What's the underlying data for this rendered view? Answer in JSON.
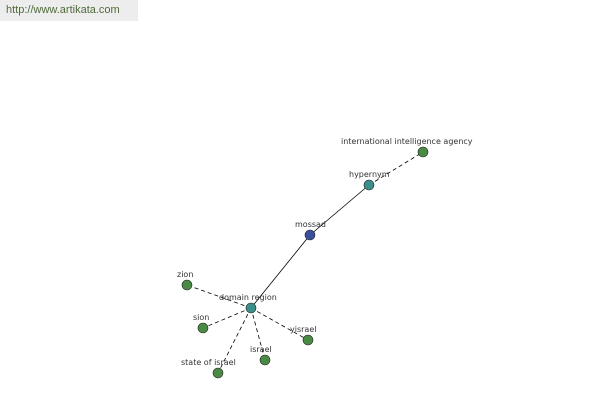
{
  "banner": {
    "url": "http://www.artikata.com"
  },
  "colors": {
    "center": "#3b4f9e",
    "relation": "#3a8f8a",
    "leaf": "#4a8b43"
  },
  "nodes": [
    {
      "id": "mossad",
      "label": "mossad",
      "kind": "center"
    },
    {
      "id": "hypernym",
      "label": "hypernym",
      "kind": "relation"
    },
    {
      "id": "intl",
      "label": "international intelligence agency",
      "kind": "leaf"
    },
    {
      "id": "domain",
      "label": "domain region",
      "kind": "relation"
    },
    {
      "id": "zion",
      "label": "zion",
      "kind": "leaf"
    },
    {
      "id": "sion",
      "label": "sion",
      "kind": "leaf"
    },
    {
      "id": "stateofisrael",
      "label": "state of israel",
      "kind": "leaf"
    },
    {
      "id": "israel",
      "label": "israel",
      "kind": "leaf"
    },
    {
      "id": "yisrael",
      "label": "yisrael",
      "kind": "leaf"
    }
  ],
  "edges": [
    {
      "from": "mossad",
      "to": "hypernym",
      "style": "solid"
    },
    {
      "from": "hypernym",
      "to": "intl",
      "style": "dashed"
    },
    {
      "from": "mossad",
      "to": "domain",
      "style": "solid"
    },
    {
      "from": "domain",
      "to": "zion",
      "style": "dashed"
    },
    {
      "from": "domain",
      "to": "sion",
      "style": "dashed"
    },
    {
      "from": "domain",
      "to": "stateofisrael",
      "style": "dashed"
    },
    {
      "from": "domain",
      "to": "israel",
      "style": "dashed"
    },
    {
      "from": "domain",
      "to": "yisrael",
      "style": "dashed"
    }
  ]
}
